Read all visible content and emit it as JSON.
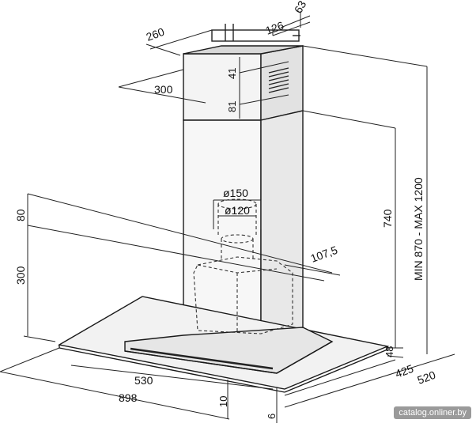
{
  "dimensions": {
    "d260": "260",
    "d126": "126",
    "d63": "63",
    "d300_top": "300",
    "d41": "41",
    "d81": "81",
    "d150": "ø150",
    "d120": "ø120",
    "d107_5": "107,5",
    "d80": "80",
    "d300_side": "300",
    "d740": "740",
    "d_min_max": "MIN 870 - MAX 1200",
    "d48": "48",
    "d425": "425",
    "d520": "520",
    "d530": "530",
    "d898": "898",
    "d10": "10",
    "d6": "6"
  },
  "watermark": "catalog.onliner.by"
}
